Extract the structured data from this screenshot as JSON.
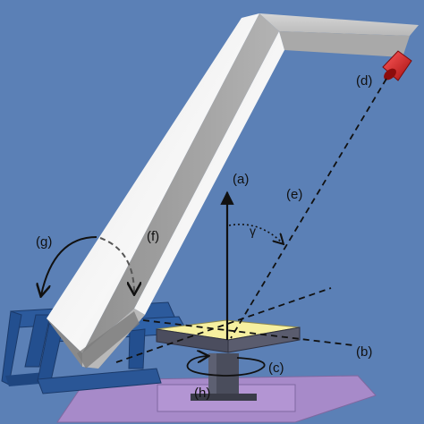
{
  "labels": {
    "a": "(a)",
    "b": "(b)",
    "c": "(c)",
    "d": "(d)",
    "e": "(e)",
    "f": "(f)",
    "g": "(g)",
    "h": "(h)",
    "gamma": "γ"
  },
  "colors": {
    "background": "#5b80b6",
    "arm_light": "#f4f4f4",
    "arm_shadow": "#9c9c9c",
    "frame": "#234f8f",
    "plate_top": "#f6f0a0",
    "plate_side": "#4b4d5e",
    "base": "#a78ac9",
    "camera": "#d41e1e"
  }
}
